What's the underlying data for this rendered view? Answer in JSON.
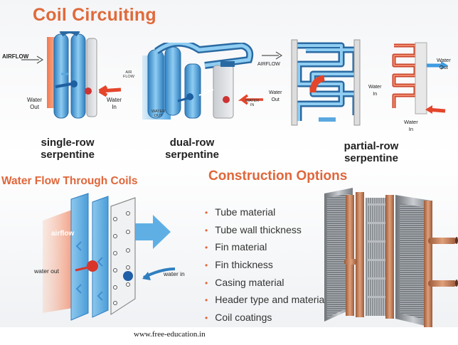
{
  "title": "Coil Circuiting",
  "diagrams": {
    "single_row": {
      "caption_line1": "single-row",
      "caption_line2": "serpentine",
      "airflow": "AIRFLOW",
      "water_out": "Water\nOut",
      "water_in": "Water\nIn"
    },
    "dual_row": {
      "caption_line1": "dual-row",
      "caption_line2": "serpentine",
      "airflow": "AIR\nFLOW",
      "water_out": "WATER\nOUT",
      "water_in": "WATER\nIN"
    },
    "partial_row": {
      "caption_line1": "partial-row",
      "caption_line2": "serpentine",
      "airflow": "AIRFLOW",
      "water_in_center": "Water\nIn",
      "water_out": "Water\nOut",
      "water_out_right": "Water\nOut",
      "water_in_right": "Water\nIn"
    }
  },
  "water_flow": {
    "heading": "Water Flow Through Coils",
    "airflow": "airflow",
    "water_out": "water out",
    "water_in": "water in"
  },
  "construction": {
    "heading": "Construction Options",
    "options": [
      "Tube material",
      "Tube wall thickness",
      "Fin material",
      "Fin thickness",
      "Casing material",
      "Header type and material",
      "Coil coatings"
    ]
  },
  "footer": "www.free-education.in",
  "colors": {
    "accent": "#e0663a",
    "tube_blue": "#4aa3dc",
    "tube_red": "#e2553a"
  }
}
